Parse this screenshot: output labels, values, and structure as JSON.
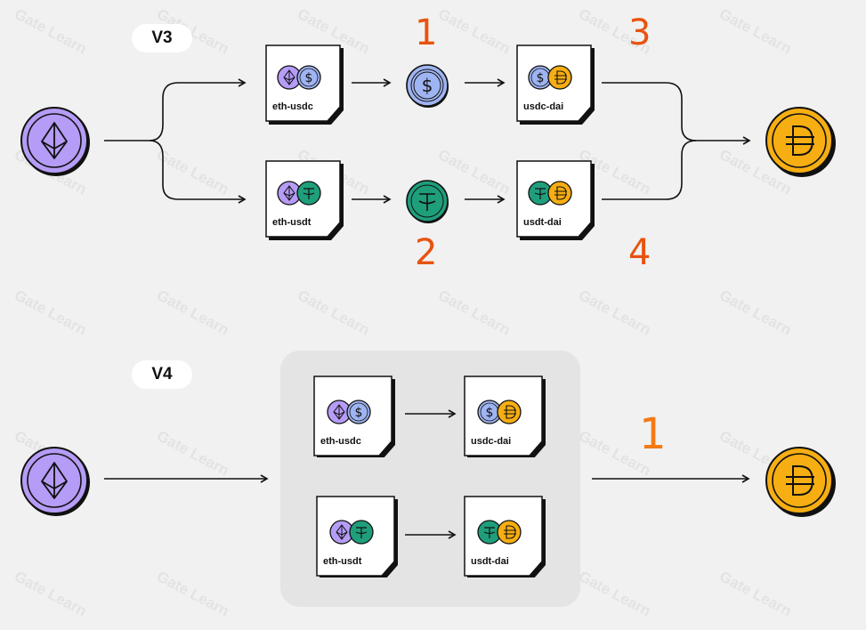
{
  "watermark": {
    "text": "Gate Learn"
  },
  "v3": {
    "label": "V3",
    "source_token": "ETH",
    "target_token": "DAI",
    "pools": [
      {
        "label": "eth-usdc",
        "coins": [
          "eth",
          "usdc"
        ]
      },
      {
        "label": "eth-usdt",
        "coins": [
          "eth",
          "usdt"
        ]
      },
      {
        "label": "usdc-dai",
        "coins": [
          "usdc",
          "dai"
        ]
      },
      {
        "label": "usdt-dai",
        "coins": [
          "usdt",
          "dai"
        ]
      }
    ],
    "intermediate_tokens": [
      "USDC",
      "USDT"
    ],
    "step_numbers": [
      "1",
      "2",
      "3",
      "4"
    ]
  },
  "v4": {
    "label": "V4",
    "source_token": "ETH",
    "target_token": "DAI",
    "pools": [
      {
        "label": "eth-usdc",
        "coins": [
          "eth",
          "usdc"
        ]
      },
      {
        "label": "usdc-dai",
        "coins": [
          "usdc",
          "dai"
        ]
      },
      {
        "label": "eth-usdt",
        "coins": [
          "eth",
          "usdt"
        ]
      },
      {
        "label": "usdt-dai",
        "coins": [
          "usdt",
          "dai"
        ]
      }
    ],
    "step_numbers": [
      "1"
    ]
  },
  "colors": {
    "eth": "#b59cf6",
    "usdc": "#9fb4f2",
    "usdt": "#1f9e7c",
    "dai": "#f7ae12",
    "step_number": "#e8530f",
    "step_number_v4": "#f47a14"
  }
}
